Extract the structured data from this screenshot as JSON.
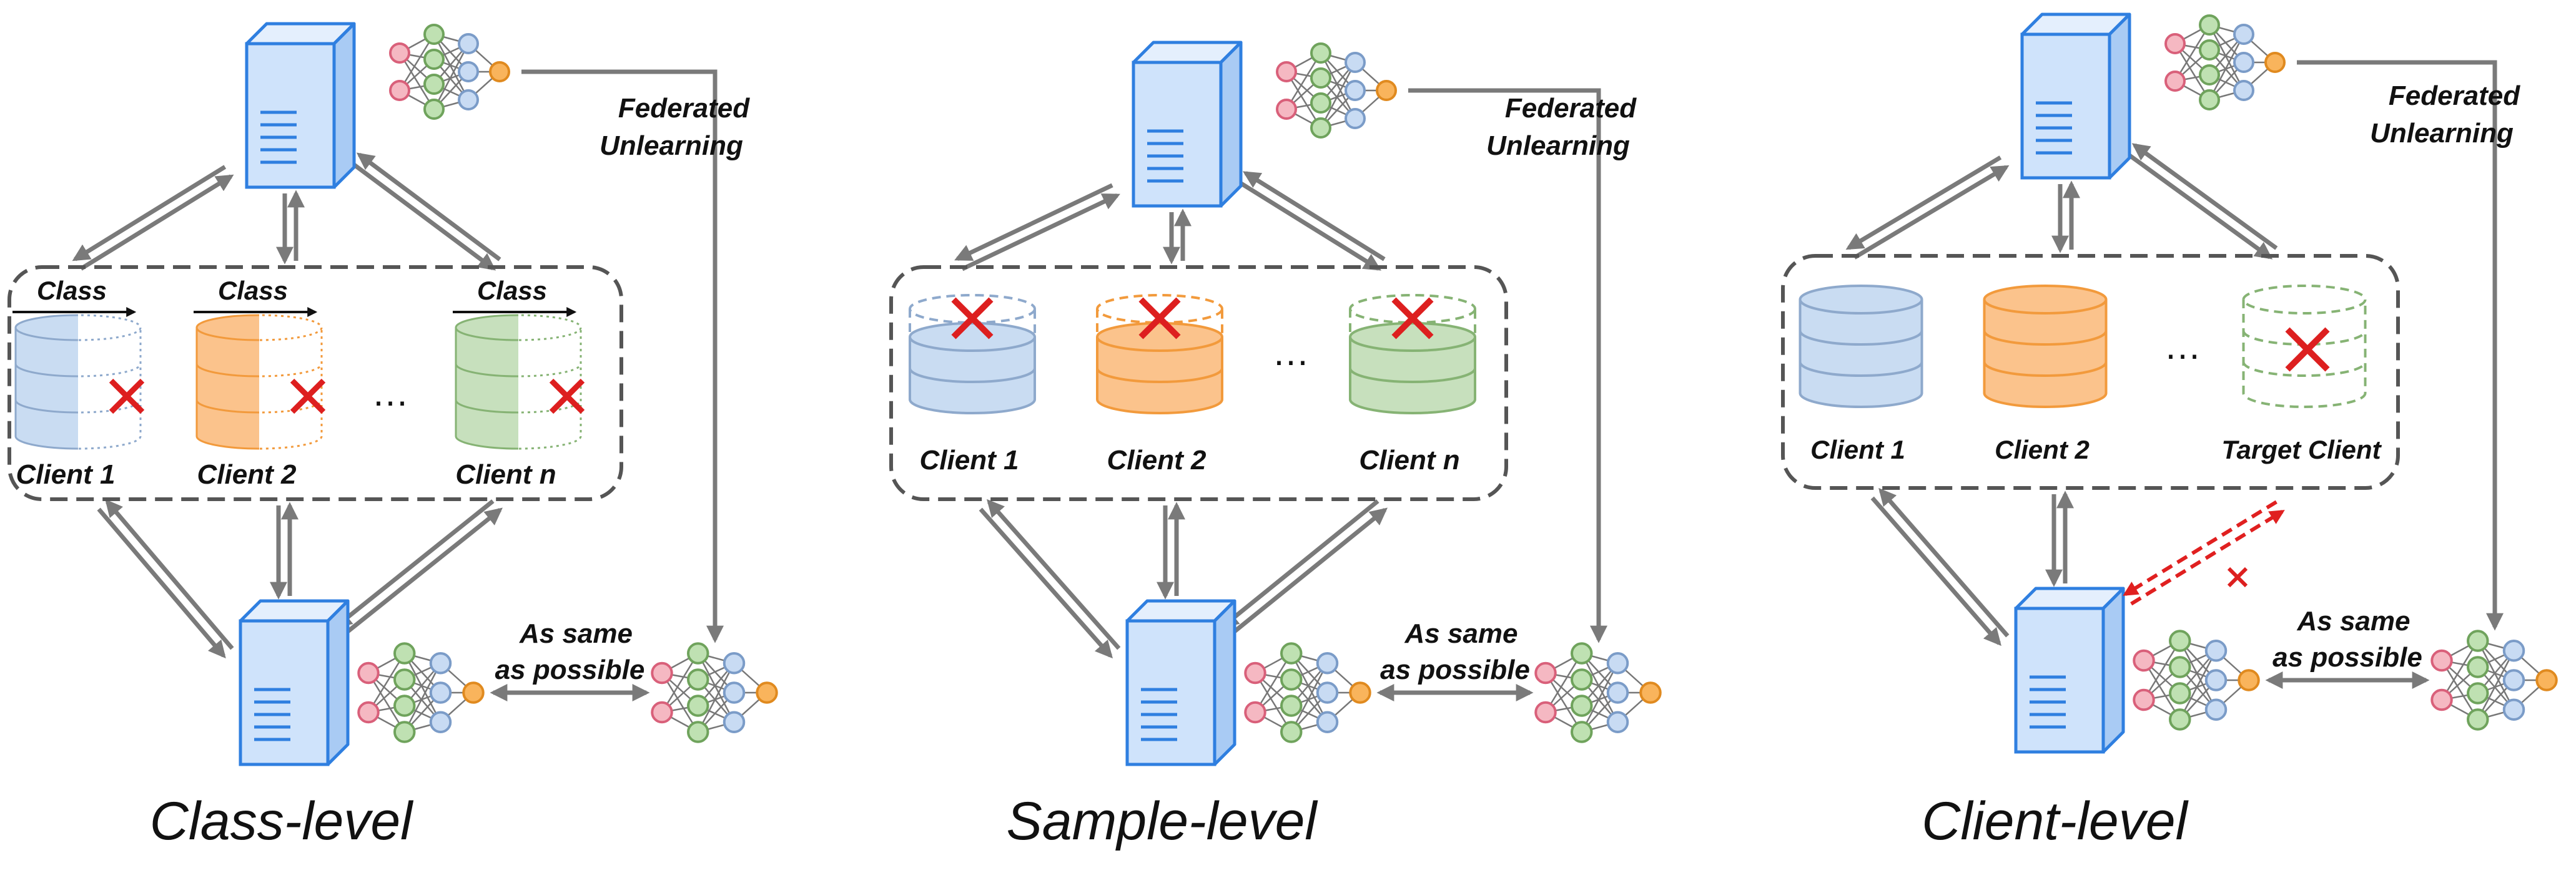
{
  "colors": {
    "arrow": "#7a7a7a",
    "server_fill": "#cfe3fb",
    "server_stroke": "#2f7fe0",
    "blue_fill": "#c9dcf2",
    "blue_stroke": "#8ea9cc",
    "orange_fill": "#fbc38c",
    "orange_stroke": "#f29a3c",
    "green_fill": "#c7e0bd",
    "green_stroke": "#86b374",
    "red": "#dd1f1f",
    "node_red": "#f5b8c2",
    "node_green": "#bfe1b2",
    "node_blue": "#c8dbf3",
    "node_orange": "#f9b45c"
  },
  "panels": [
    {
      "id": "class",
      "title": "Class-level",
      "fu_line1": "Federated",
      "fu_line2": "Unlearning",
      "same_line1": "As same",
      "same_line2": "as possible",
      "ellipsis": "…",
      "class_label": "Class",
      "clients": [
        {
          "label": "Client 1",
          "color": "blue"
        },
        {
          "label": "Client 2",
          "color": "orange"
        },
        {
          "label": "Client n",
          "color": "green"
        }
      ]
    },
    {
      "id": "sample",
      "title": "Sample-level",
      "fu_line1": "Federated",
      "fu_line2": "Unlearning",
      "same_line1": "As same",
      "same_line2": "as possible",
      "ellipsis": "…",
      "clients": [
        {
          "label": "Client 1",
          "color": "blue"
        },
        {
          "label": "Client 2",
          "color": "orange"
        },
        {
          "label": "Client n",
          "color": "green"
        }
      ]
    },
    {
      "id": "client",
      "title": "Client-level",
      "fu_line1": "Federated",
      "fu_line2": "Unlearning",
      "same_line1": "As same",
      "same_line2": "as possible",
      "ellipsis": "…",
      "clients": [
        {
          "label": "Client 1",
          "color": "blue"
        },
        {
          "label": "Client 2",
          "color": "orange"
        },
        {
          "label": "Target Client",
          "color": "green"
        }
      ]
    }
  ]
}
